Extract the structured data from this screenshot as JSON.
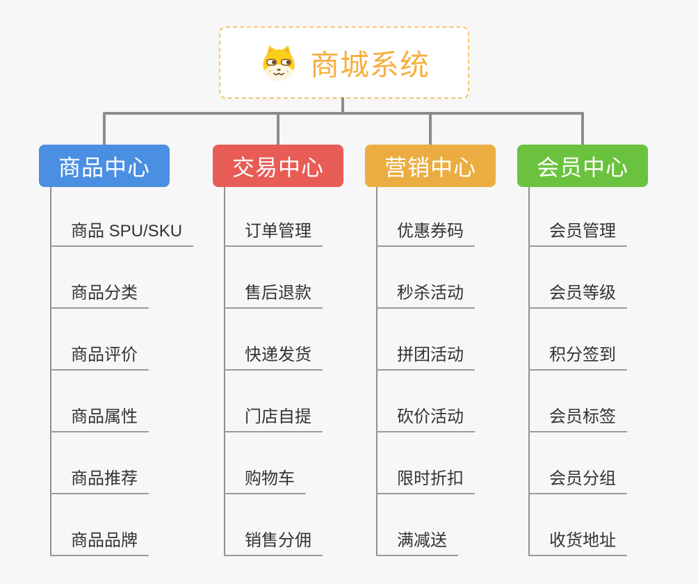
{
  "root": {
    "title": "商城系统",
    "icon": "dog-face-icon",
    "title_color": "#f5b041",
    "border_color": "#f8c470"
  },
  "branches": [
    {
      "label": "商品中心",
      "color": "#4b8fe2",
      "items": [
        "商品 SPU/SKU",
        "商品分类",
        "商品评价",
        "商品属性",
        "商品推荐",
        "商品品牌"
      ]
    },
    {
      "label": "交易中心",
      "color": "#e85c56",
      "items": [
        "订单管理",
        "售后退款",
        "快递发货",
        "门店自提",
        "购物车",
        "销售分佣"
      ]
    },
    {
      "label": "营销中心",
      "color": "#ebad41",
      "items": [
        "优惠券码",
        "秒杀活动",
        "拼团活动",
        "砍价活动",
        "限时折扣",
        "满减送"
      ]
    },
    {
      "label": "会员中心",
      "color": "#6bc23f",
      "items": [
        "会员管理",
        "会员等级",
        "积分签到",
        "会员标签",
        "会员分组",
        "收货地址"
      ]
    }
  ],
  "colors": {
    "background": "#f7f7f7",
    "connector": "#8c8c8c",
    "underline": "#9a9a9a",
    "item_text": "#333333"
  }
}
